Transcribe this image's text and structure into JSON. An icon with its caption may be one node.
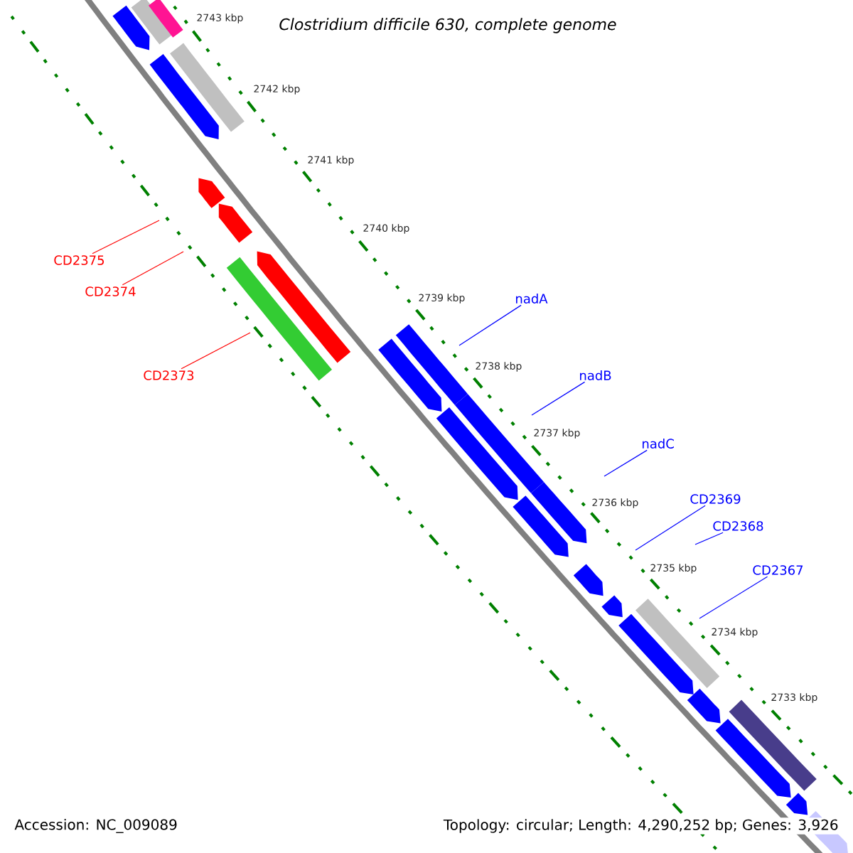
{
  "diagram": {
    "title": "Clostridium difficile 630, complete genome",
    "nodes": [
      {
        "text": [
          "CD2375"
        ]
      },
      {
        "text": [
          "CD2374"
        ]
      },
      {
        "text": [
          "CD2373"
        ]
      },
      {
        "text": [
          "nadA"
        ]
      },
      {
        "text": [
          "nadB"
        ]
      },
      {
        "text": [
          "nadC"
        ]
      },
      {
        "text": [
          "CD2369"
        ]
      },
      {
        "text": [
          "CD2368"
        ]
      },
      {
        "text": [
          "CD2367"
        ]
      }
    ],
    "edges": [
      {
        "from": 0,
        "to": null,
        "arrow": "none",
        "color": "#ff0000"
      },
      {
        "from": 1,
        "to": null,
        "arrow": "none",
        "color": "#ff0000"
      },
      {
        "from": 2,
        "to": null,
        "arrow": "none",
        "color": "#ff0000"
      },
      {
        "from": 3,
        "to": null,
        "arrow": "none"
      },
      {
        "from": 4,
        "to": null,
        "arrow": "none"
      },
      {
        "from": 5,
        "to": null,
        "arrow": "none"
      },
      {
        "from": 6,
        "to": null,
        "arrow": "none"
      },
      {
        "from": 7,
        "to": null,
        "arrow": "none"
      },
      {
        "from": 8,
        "to": null,
        "arrow": "none"
      }
    ],
    "labels": [
      "2743 kbp",
      "2742 kbp",
      "2741 kbp",
      "2740 kbp",
      "2739 kbp",
      "2738 kbp",
      "2737 kbp",
      "2736 kbp",
      "2735 kbp",
      "2734 kbp",
      "2733 kbp",
      "Accession: NC_009089",
      "Topology: circular; Length: 4,290,252 bp; Genes: 3,926"
    ]
  }
}
